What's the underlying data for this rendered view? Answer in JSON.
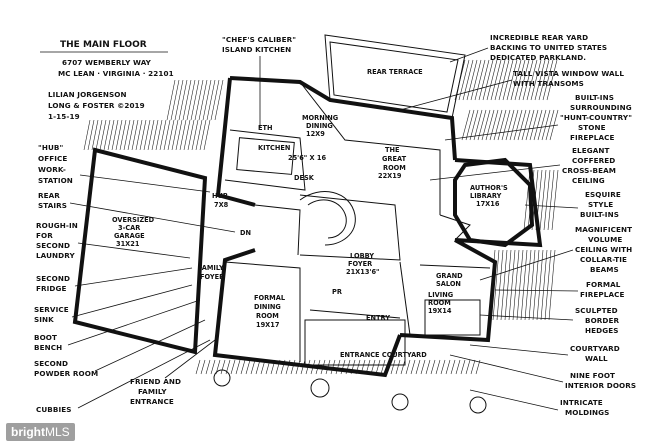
{
  "header": {
    "title": "THE MAIN FLOOR",
    "address_line1": "6707 WEMBERLY WAY",
    "address_line2": "MC LEAN · VIRGINIA · 22101",
    "artist_line1": "LILIAN JORGENSON",
    "artist_line2": "LONG & FOSTER ©2019",
    "date": "1-15-19"
  },
  "callouts_left": [
    "\"HUB\"",
    "OFFICE",
    "WORK-",
    "STATION",
    "REAR",
    "STAIRS",
    "ROUGH-IN",
    "FOR",
    "SECOND",
    "LAUNDRY",
    "SECOND",
    "FRIDGE",
    "SERVICE",
    "SINK",
    "BOOT",
    "BENCH",
    "SECOND",
    "POWDER ROOM",
    "CUBBIES"
  ],
  "callouts_top": [
    "\"CHEF'S CALIBER\"",
    "ISLAND KITCHEN"
  ],
  "callouts_right": [
    "INCREDIBLE REAR YARD",
    "BACKING TO UNITED STATES",
    "DEDICATED PARKLAND.",
    "TALL VISTA WINDOW WALL",
    "WITH TRANSOMS",
    "BUILT-INS",
    "SURROUNDING",
    "\"HUNT-COUNTRY\"",
    "STONE",
    "FIREPLACE",
    "ELEGANT",
    "COFFERED",
    "CROSS-BEAM",
    "CEILING",
    "ESQUIRE",
    "STYLE",
    "BUILT-INS",
    "MAGNIFICENT",
    "VOLUME",
    "CEILING WITH",
    "COLLAR-TIE",
    "BEAMS",
    "FORMAL",
    "FIREPLACE",
    "SCULPTED",
    "BORDER",
    "HEDGES",
    "COURTYARD",
    "WALL",
    "NINE FOOT",
    "INTERIOR DOORS",
    "INTRICATE",
    "MOLDINGS"
  ],
  "callouts_bottom": [
    "FRIEND AND",
    "FAMILY",
    "ENTRANCE"
  ],
  "rooms": {
    "rear_terrace": "REAR TERRACE",
    "morning_dining": "MORNING",
    "morning_dining2": "DINING",
    "morning_dining_size": "12X9",
    "kitchen": "KITCHEN",
    "kitchen_size": "25'6\" X 16",
    "great_room": "THE",
    "great_room2": "GREAT",
    "great_room3": "ROOM",
    "great_room_size": "22X19",
    "library": "AUTHOR'S",
    "library2": "LIBRARY",
    "library_size": "17X16",
    "garage": "OVERSIZED",
    "garage2": "3-CAR",
    "garage3": "GARAGE",
    "garage_size": "31X21",
    "hub": "HUB",
    "hub_size": "7X8",
    "desk": "DESK",
    "lobby": "LOBBY",
    "lobby2": "FOYER",
    "lobby_size": "21X13'6\"",
    "family_foyer": "FAMILY",
    "family_foyer2": "FOYER",
    "formal_dining": "FORMAL",
    "formal_dining2": "DINING",
    "formal_dining3": "ROOM",
    "formal_dining_size": "19X17",
    "grand_salon": "GRAND",
    "grand_salon2": "SALON",
    "living_room": "LIVING",
    "living_room2": "ROOM",
    "living_room_size": "19X14",
    "entry": "ENTRY",
    "entrance_courtyard": "ENTRANCE COURTYARD",
    "pr": "PR",
    "eth": "ETH",
    "dn": "DN"
  },
  "watermark": {
    "brand_bold": "bright",
    "brand_rest": "MLS"
  }
}
